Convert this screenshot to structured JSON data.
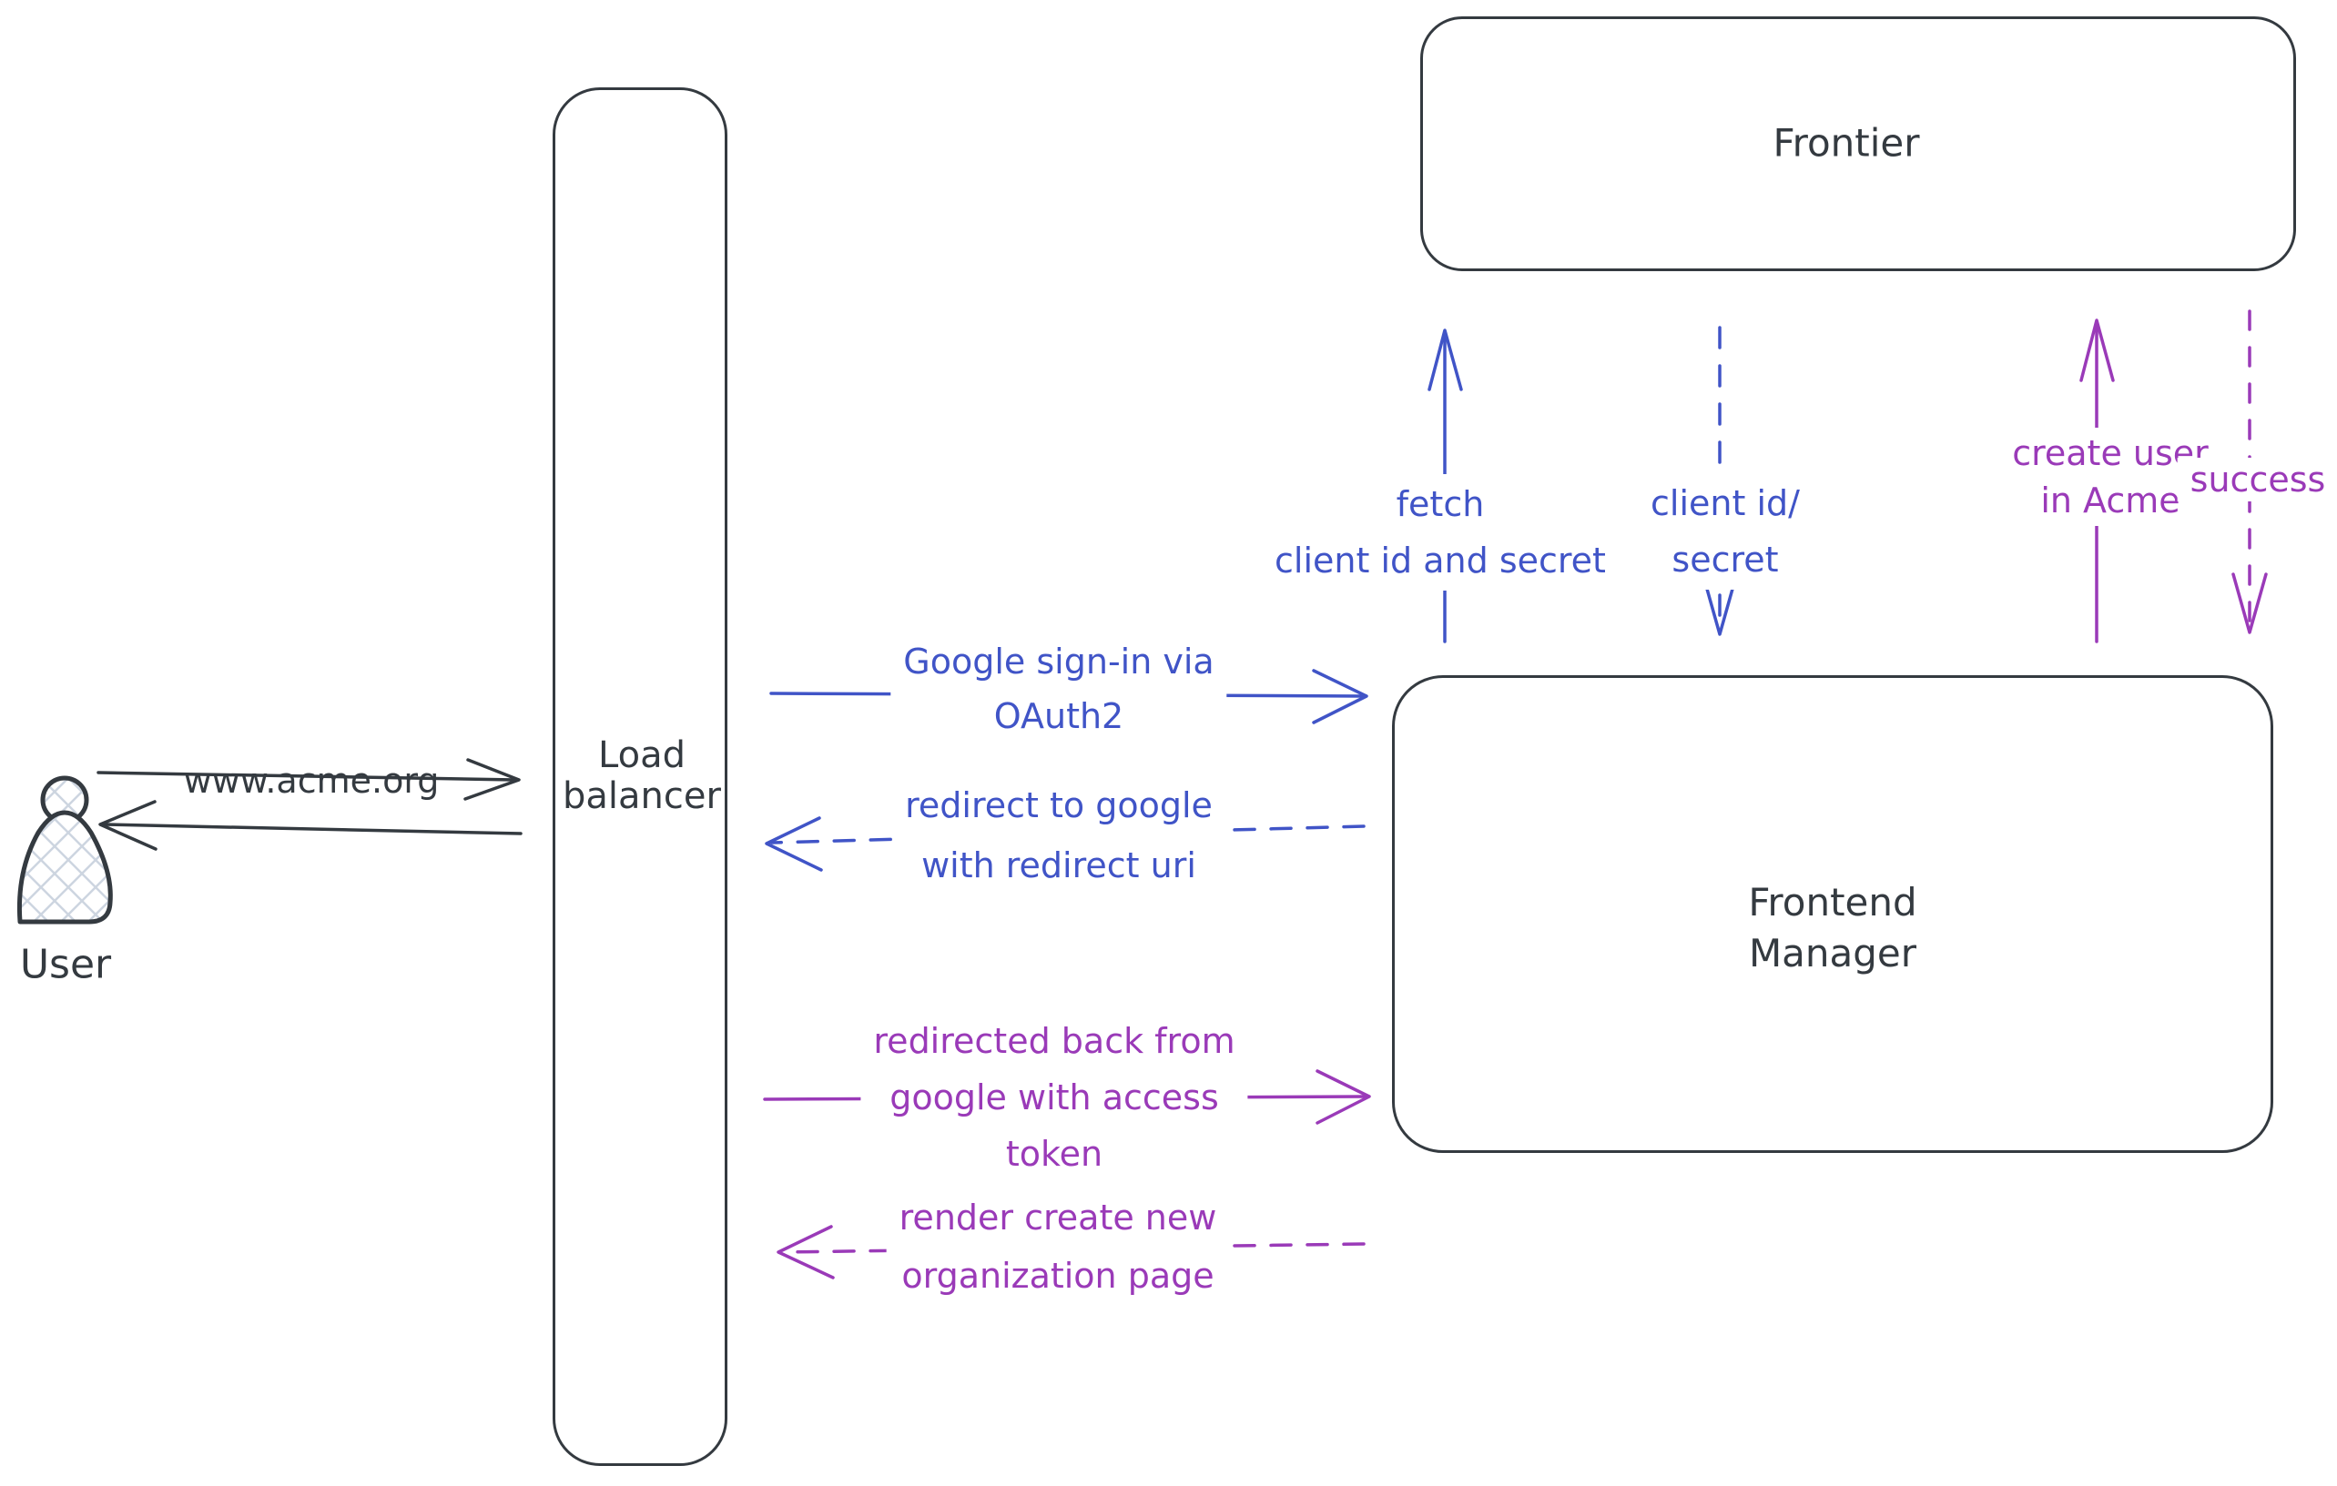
{
  "diagram": {
    "colors": {
      "ink": "#343a40",
      "blue": "#4054c7",
      "purple": "#9a3ab8"
    },
    "actors": {
      "user": {
        "label": "User"
      },
      "load_balancer": {
        "line1": "Load",
        "line2": "balancer"
      },
      "frontier": {
        "label": "Frontier"
      },
      "frontend_manager": {
        "line1": "Frontend",
        "line2": "Manager"
      }
    },
    "messages": {
      "acme_request": {
        "label": "www.acme.org"
      },
      "google_signin": {
        "line1": "Google sign-in via",
        "line2": "OAuth2"
      },
      "redirect_to_google": {
        "line1": "redirect to google",
        "line2": "with redirect uri"
      },
      "redirected_back": {
        "line1": "redirected back from",
        "line2": "google with access",
        "line3": "token"
      },
      "render_org_page": {
        "line1": "render create new",
        "line2": "organization page"
      },
      "fetch_client": {
        "line1": "fetch",
        "line2": "client id and secret"
      },
      "client_id_secret": {
        "line1": "client id/",
        "line2": "secret"
      },
      "create_user": {
        "line1": "create user",
        "line2": "in Acme"
      },
      "success": {
        "label": "success"
      }
    }
  }
}
